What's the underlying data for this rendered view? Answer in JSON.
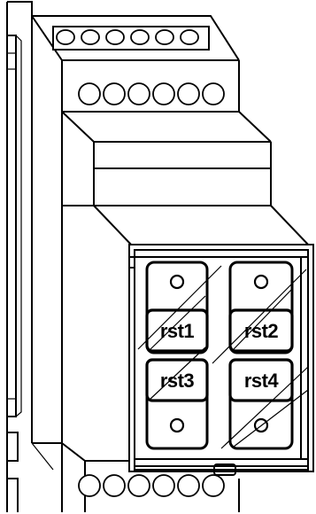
{
  "device": {
    "top_terminals_count": 6,
    "front_terminals_count": 6,
    "bottom_terminals_count": 6
  },
  "reset_buttons": [
    {
      "id": "rst1",
      "label": "rst1",
      "led_position": "top"
    },
    {
      "id": "rst2",
      "label": "rst2",
      "led_position": "top"
    },
    {
      "id": "rst3",
      "label": "rst3",
      "led_position": "bottom"
    },
    {
      "id": "rst4",
      "label": "rst4",
      "led_position": "bottom"
    }
  ]
}
